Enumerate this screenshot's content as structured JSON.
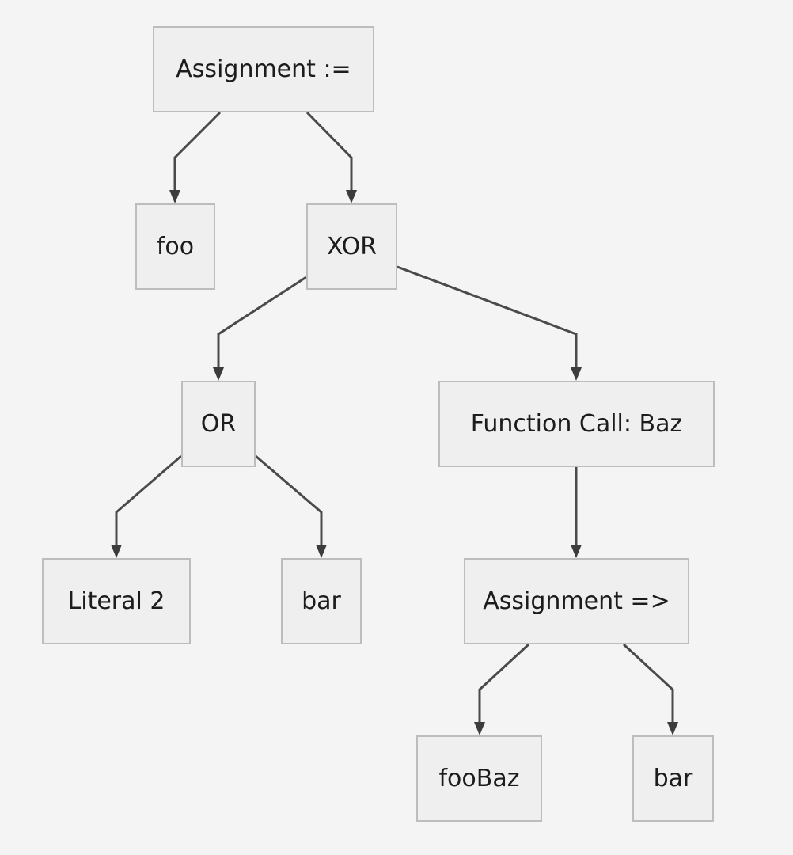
{
  "diagram": {
    "nodes": {
      "assignment_root": "Assignment :=",
      "foo": "foo",
      "xor": "XOR",
      "or": "OR",
      "function_call": "Function Call: Baz",
      "literal_2": "Literal 2",
      "bar_left": "bar",
      "assignment_arrow": "Assignment =>",
      "foobaz": "fooBaz",
      "bar_right": "bar"
    },
    "edges": [
      [
        "assignment_root",
        "foo"
      ],
      [
        "assignment_root",
        "xor"
      ],
      [
        "xor",
        "or"
      ],
      [
        "xor",
        "function_call"
      ],
      [
        "or",
        "literal_2"
      ],
      [
        "or",
        "bar_left"
      ],
      [
        "function_call",
        "assignment_arrow"
      ],
      [
        "assignment_arrow",
        "foobaz"
      ],
      [
        "assignment_arrow",
        "bar_right"
      ]
    ],
    "colors": {
      "background": "#f4f4f4",
      "node_fill": "#efefef",
      "node_border": "#bdbdbd",
      "edge": "#4a4a4a"
    }
  }
}
